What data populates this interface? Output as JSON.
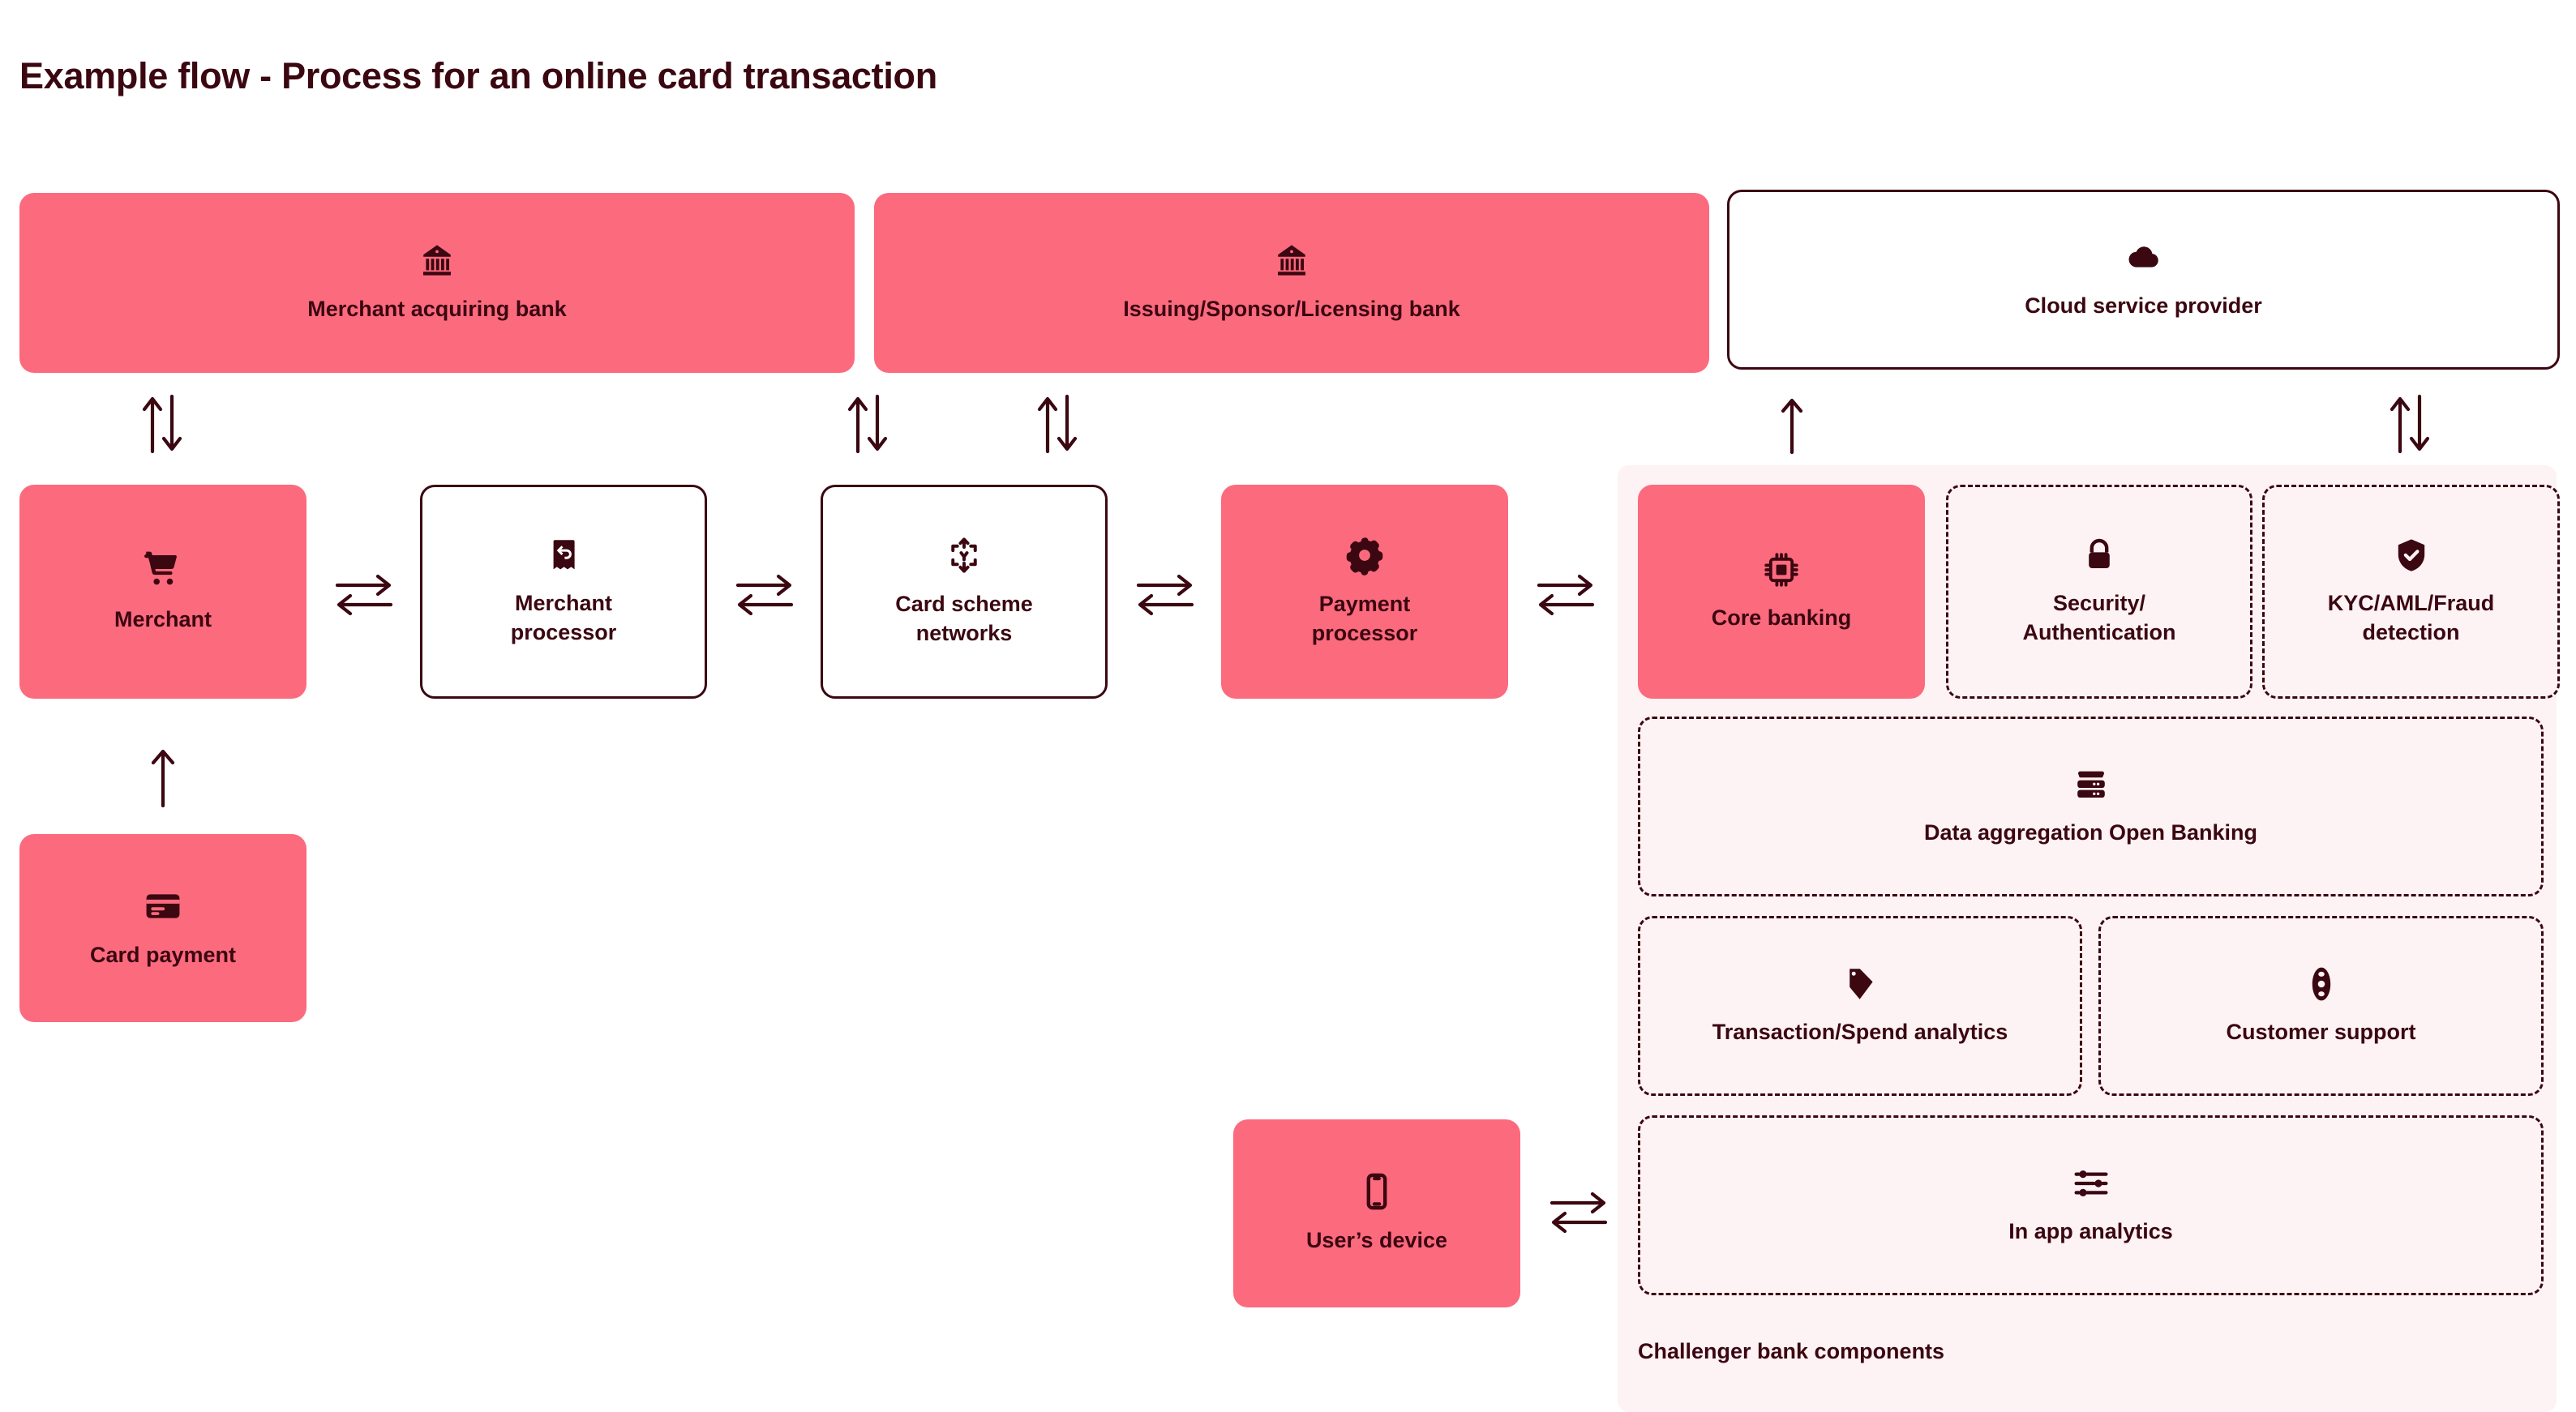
{
  "page": {
    "title": "Example flow - Process for an online card transaction",
    "background": "#FFFFFF"
  },
  "colors": {
    "accent_pink": "#FC6A7E",
    "ink": "#3B0711",
    "panel_tint": "#FDF2F4",
    "white": "#FFFFFF"
  },
  "top_row": [
    {
      "id": "merchant-acquiring-bank",
      "label": "Merchant acquiring bank",
      "icon": "bank-icon",
      "style": "solid"
    },
    {
      "id": "issuing-sponsor-licensing-bank",
      "label": "Issuing/Sponsor/Licensing bank",
      "icon": "bank-icon",
      "style": "solid"
    },
    {
      "id": "cloud-service-provider",
      "label": "Cloud service provider",
      "icon": "cloud-icon",
      "style": "outline"
    }
  ],
  "flow_row": [
    {
      "id": "merchant",
      "label": "Merchant",
      "icon": "shopping-cart-icon",
      "style": "solid"
    },
    {
      "id": "merchant-processor",
      "label": "Merchant\nprocessor",
      "icon": "receipt-return-icon",
      "style": "outline"
    },
    {
      "id": "card-scheme-networks",
      "label": "Card scheme\nnetworks",
      "icon": "network-nodes-icon",
      "style": "outline"
    },
    {
      "id": "payment-processor",
      "label": "Payment\nprocessor",
      "icon": "gear-icon",
      "style": "solid"
    }
  ],
  "card_payment": {
    "id": "card-payment",
    "label": "Card payment",
    "icon": "credit-card-icon",
    "style": "solid"
  },
  "users_device": {
    "id": "users-device",
    "label": "User’s device",
    "icon": "mobile-phone-icon",
    "style": "solid"
  },
  "challenger": {
    "caption": "Challenger bank components",
    "components": [
      {
        "id": "core-banking",
        "label": "Core banking",
        "icon": "chip-icon",
        "style": "solid"
      },
      {
        "id": "security-authentication",
        "label": "Security/\nAuthentication",
        "icon": "lock-icon",
        "style": "dashed"
      },
      {
        "id": "kyc-aml-fraud-detection",
        "label": "KYC/AML/Fraud\ndetection",
        "icon": "shield-check-icon",
        "style": "dashed"
      },
      {
        "id": "data-aggregation-open-banking",
        "label": "Data aggregation Open Banking",
        "icon": "database-icon",
        "style": "dashed"
      },
      {
        "id": "transaction-spend-analytics",
        "label": "Transaction/Spend analytics",
        "icon": "price-tag-icon",
        "style": "dashed"
      },
      {
        "id": "customer-support",
        "label": "Customer support",
        "icon": "lifebuoy-icon",
        "style": "dashed"
      },
      {
        "id": "in-app-analytics",
        "label": "In app analytics",
        "icon": "sliders-icon",
        "style": "dashed"
      }
    ]
  },
  "connectors": [
    {
      "id": "merchant-to-acquiring-bank",
      "type": "vertical-bidirectional"
    },
    {
      "id": "merchant-processor-to-issuing-bank",
      "type": "vertical-bidirectional"
    },
    {
      "id": "card-scheme-to-issuing-bank",
      "type": "vertical-bidirectional"
    },
    {
      "id": "core-banking-to-cloud",
      "type": "vertical-up"
    },
    {
      "id": "kyc-to-cloud",
      "type": "vertical-bidirectional"
    },
    {
      "id": "card-payment-to-merchant",
      "type": "vertical-up"
    },
    {
      "id": "merchant-to-merchant-processor",
      "type": "horizontal-bidirectional"
    },
    {
      "id": "merchant-processor-to-card-scheme",
      "type": "horizontal-bidirectional"
    },
    {
      "id": "card-scheme-to-payment-processor",
      "type": "horizontal-bidirectional"
    },
    {
      "id": "payment-processor-to-core-banking",
      "type": "horizontal-bidirectional"
    },
    {
      "id": "users-device-to-in-app-analytics",
      "type": "horizontal-bidirectional"
    }
  ]
}
